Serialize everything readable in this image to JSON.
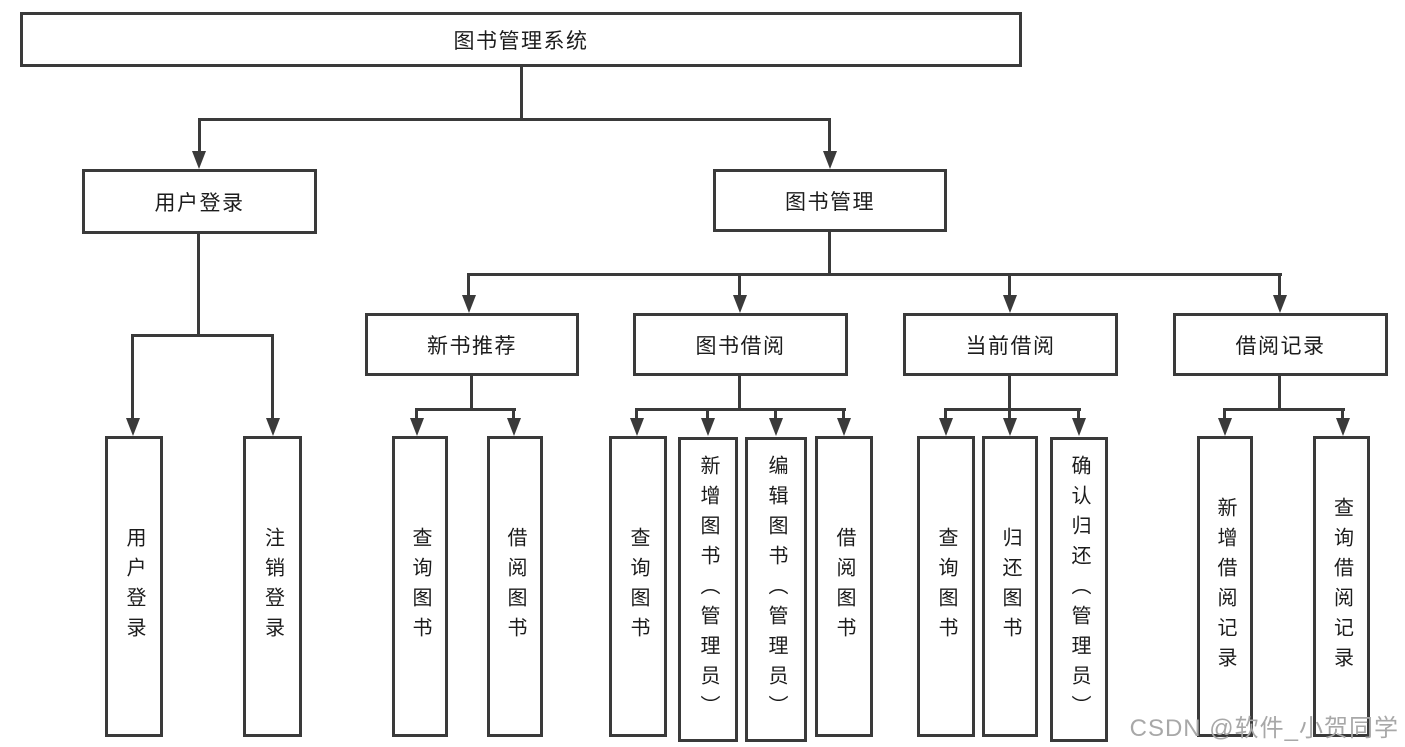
{
  "diagram": {
    "root": {
      "label": "图书管理系统"
    },
    "branches": [
      {
        "label": "用户登录",
        "children": [
          {
            "label": "用户登录"
          },
          {
            "label": "注销登录"
          }
        ]
      },
      {
        "label": "图书管理",
        "sections": [
          {
            "label": "新书推荐",
            "children": [
              {
                "label": "查询图书"
              },
              {
                "label": "借阅图书"
              }
            ]
          },
          {
            "label": "图书借阅",
            "children": [
              {
                "label": "查询图书"
              },
              {
                "label": "新增图书（管理员）"
              },
              {
                "label": "编辑图书（管理员）"
              },
              {
                "label": "借阅图书"
              }
            ]
          },
          {
            "label": "当前借阅",
            "children": [
              {
                "label": "查询图书"
              },
              {
                "label": "归还图书"
              },
              {
                "label": "确认归还（管理员）"
              }
            ]
          },
          {
            "label": "借阅记录",
            "children": [
              {
                "label": "新增借阅记录"
              },
              {
                "label": "查询借阅记录"
              }
            ]
          }
        ]
      }
    ]
  },
  "watermark": {
    "text": "CSDN @软件_小贺同学"
  },
  "colors": {
    "line": "#3a3a3a",
    "text": "#1c1c1c",
    "watermark": "#a8a8a8",
    "background": "#ffffff"
  }
}
